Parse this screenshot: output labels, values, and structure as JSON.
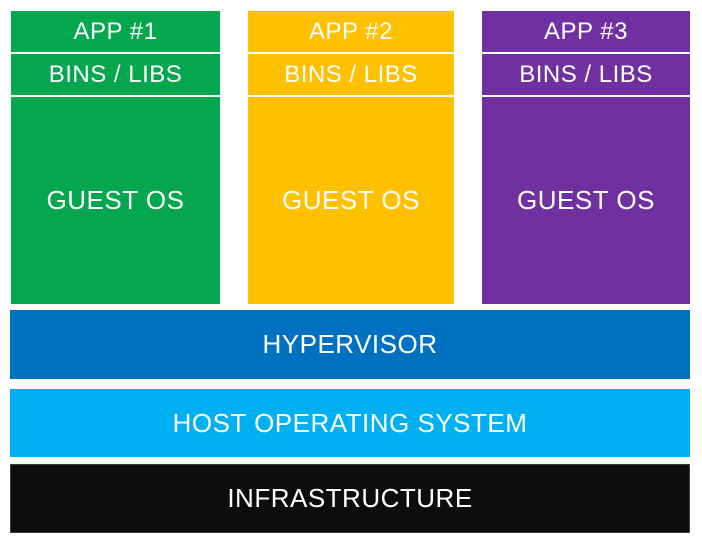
{
  "diagram": {
    "title": "virtual-machine-architecture",
    "vms": [
      {
        "app_label": "APP #1",
        "bins_label": "BINS / LIBS",
        "os_label": "GUEST OS",
        "color": "#04A64E"
      },
      {
        "app_label": "APP #2",
        "bins_label": "BINS / LIBS",
        "os_label": "GUEST OS",
        "color": "#FFC000"
      },
      {
        "app_label": "APP #3",
        "bins_label": "BINS / LIBS",
        "os_label": "GUEST OS",
        "color": "#7030A0"
      }
    ],
    "layers": [
      {
        "label": "HYPERVISOR",
        "color": "#0070C0"
      },
      {
        "label": "HOST OPERATING SYSTEM",
        "color": "#00B0F0"
      },
      {
        "label": "INFRASTRUCTURE",
        "color": "#0D0D0D"
      }
    ]
  },
  "colors": {
    "background": "#FFFFFF",
    "divider": "#FFFFFF",
    "text": "#FFFFFF"
  }
}
